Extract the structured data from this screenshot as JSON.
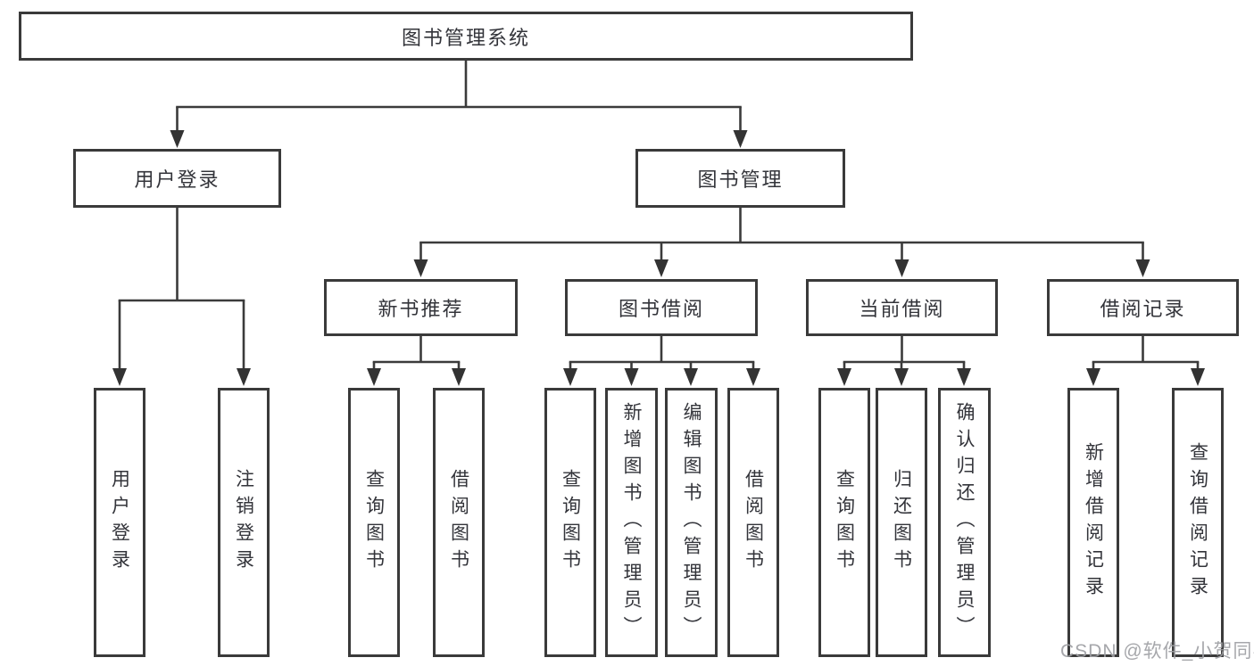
{
  "tree": {
    "root": "图书管理系统",
    "children": [
      {
        "label": "用户登录",
        "children": [
          "用户登录",
          "注销登录"
        ]
      },
      {
        "label": "图书管理",
        "children": [
          {
            "label": "新书推荐",
            "children": [
              "查询图书",
              "借阅图书"
            ]
          },
          {
            "label": "图书借阅",
            "children": [
              "查询图书",
              "新增图书（管理员）",
              "编辑图书（管理员）",
              "借阅图书"
            ]
          },
          {
            "label": "当前借阅",
            "children": [
              "查询图书",
              "归还图书",
              "确认归还（管理员）"
            ]
          },
          {
            "label": "借阅记录",
            "children": [
              "新增借阅记录",
              "查询借阅记录"
            ]
          }
        ]
      }
    ]
  },
  "watermark": {
    "text": "CSDN @软件_小贺同学"
  },
  "colors": {
    "line": "#3b3b3b",
    "box_border": "#3a3a3a",
    "text": "#33343a",
    "watermark": "#9ea0a4",
    "background": "#ffffff"
  }
}
